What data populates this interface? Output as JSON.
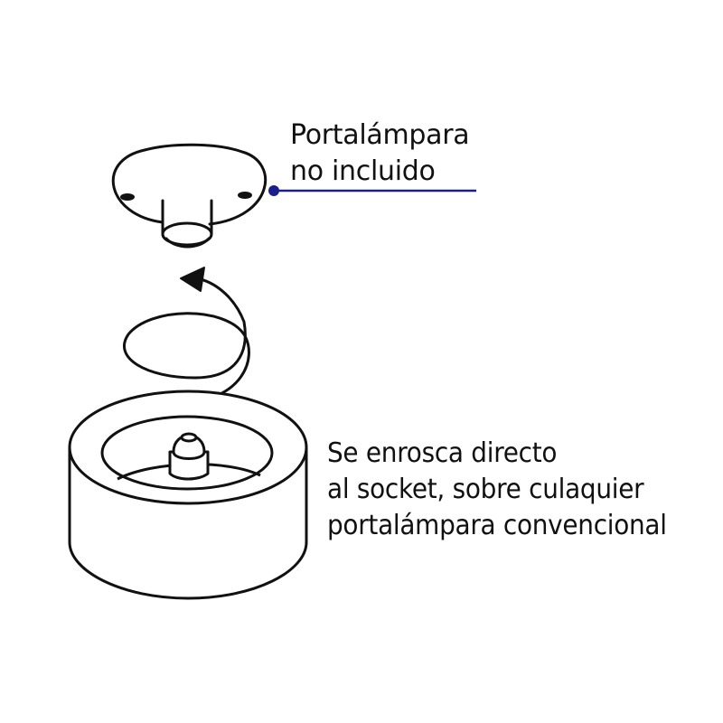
{
  "callout_top": {
    "line1": "Portalámpara",
    "line2": "no incluido"
  },
  "callout_bottom": {
    "line1": "Se enrosca directo",
    "line2": "al socket, sobre culaquier",
    "line3": "portalámpara convencional"
  },
  "colors": {
    "leader": "#1a1f8c",
    "outline": "#111111"
  },
  "icons": [
    "lamp-holder-icon",
    "rotation-arrow-icon",
    "round-bulb-icon"
  ]
}
